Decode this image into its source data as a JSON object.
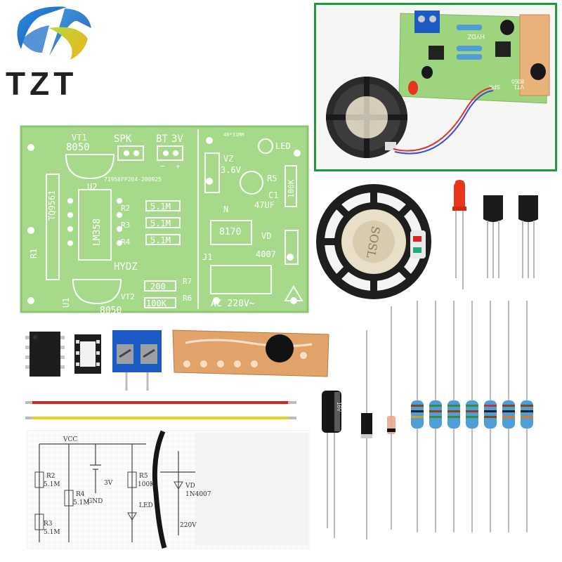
{
  "brand": {
    "logo_text": "TZT"
  },
  "pcb_labels": {
    "vt1": "VT1",
    "vt1_part": "8050",
    "spk": "SPK",
    "bt": "BT",
    "bt_voltage": "3V",
    "led": "LED",
    "board_size": "46*31MM",
    "board_code": "71956FP204-200925",
    "u2": "U2",
    "lm358": "LM358",
    "tq": "TQ9561",
    "r1": "R1",
    "r2": "R2",
    "r3": "R3",
    "r4": "R4",
    "r2_val": "5.1M",
    "r3_val": "5.1M",
    "r4_val": "5.1M",
    "vz": "VZ",
    "vz_val": "3.6V",
    "r5": "R5",
    "r5_val": "100K",
    "c1": "C1",
    "c1_val": "47UF",
    "n": "N",
    "n_part": "8170",
    "vd": "VD",
    "vd_part": "4007",
    "j1": "J1",
    "hydz": "HYDZ",
    "u1": "U1",
    "vt2": "VT2",
    "vt2_part": "8050",
    "r7": "R7",
    "r7_val": "200",
    "r6": "R6",
    "r6_val": "100K",
    "ac": "AC 220V~",
    "minus": "−",
    "plus": "+"
  },
  "inset_labels": {
    "hydz": "HYDZ",
    "spk": "SPK",
    "vt1": "VT1",
    "part": "8050"
  },
  "speaker_label": "SOSL",
  "cap_label": "16V",
  "schematic": {
    "vcc": "VCC",
    "r2": "R2",
    "r2_val": "5.1M",
    "r4": "R4",
    "r4_val": "5.1M",
    "r3": "R3",
    "r3_val": "5.1M",
    "bt": "3V",
    "gnd": "GND",
    "r5": "R5",
    "r5_val": "100K",
    "led": "LED",
    "vd": "VD",
    "vd_part": "1N4007",
    "ac": "220V"
  },
  "colors": {
    "pcb": "#a6d98a",
    "pcb_edge": "#8cc46f",
    "inset_border": "#1f9a3c",
    "terminal": "#1c5bc4",
    "resistor_body": "#4f9ed8",
    "led_red": "#e8351e"
  }
}
